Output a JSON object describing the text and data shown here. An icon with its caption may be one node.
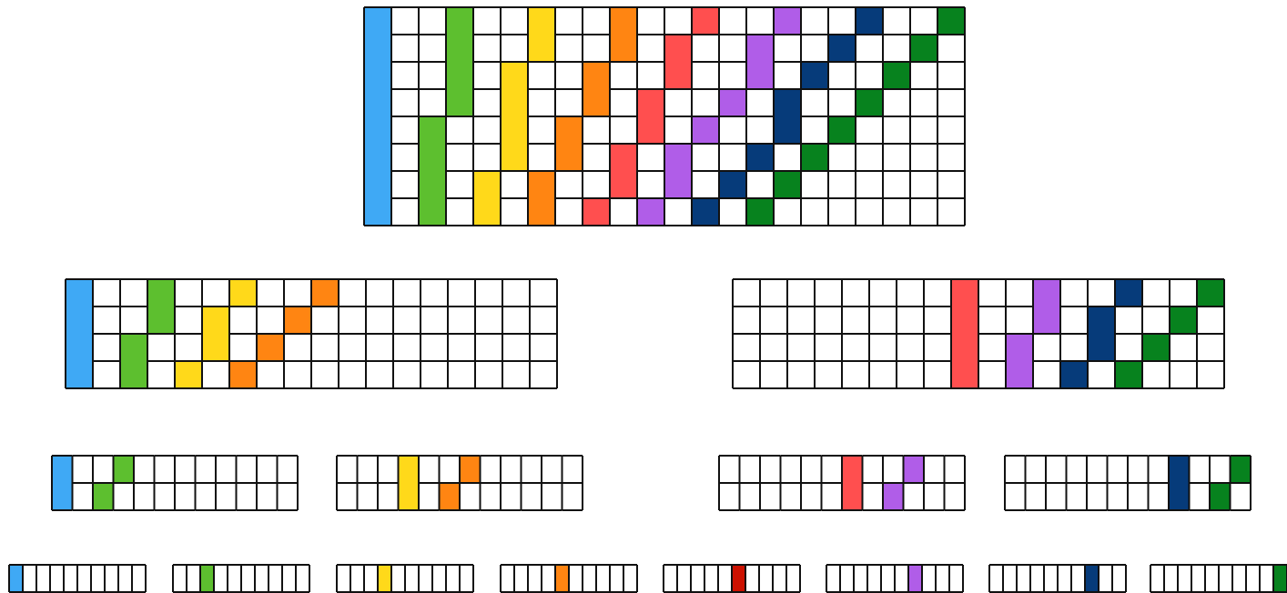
{
  "diagram": {
    "nodes": [
      {
        "text": [],
        "shape": "grid"
      },
      {
        "text": [],
        "shape": "grid"
      },
      {
        "text": [],
        "shape": "grid"
      },
      {
        "text": [],
        "shape": "grid"
      },
      {
        "text": [],
        "shape": "grid"
      },
      {
        "text": [],
        "shape": "grid"
      },
      {
        "text": [],
        "shape": "grid"
      },
      {
        "text": [],
        "shape": "grid"
      },
      {
        "text": [],
        "shape": "grid"
      },
      {
        "text": [],
        "shape": "grid"
      },
      {
        "text": [],
        "shape": "grid"
      },
      {
        "text": [],
        "shape": "grid"
      },
      {
        "text": [],
        "shape": "grid"
      },
      {
        "text": [],
        "shape": "grid"
      },
      {
        "text": [],
        "shape": "grid"
      }
    ]
  }
}
